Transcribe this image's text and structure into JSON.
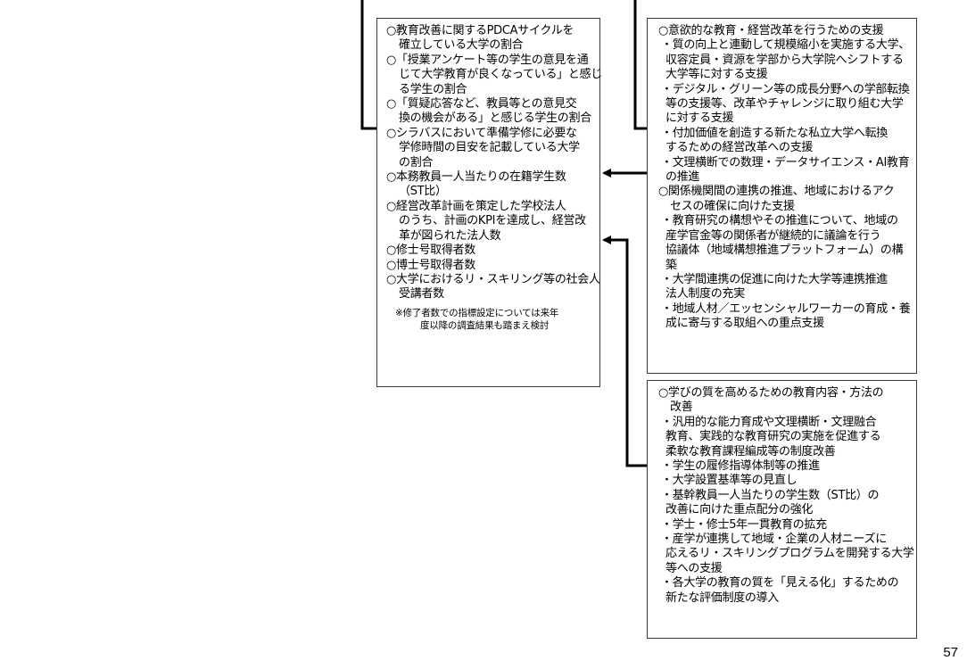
{
  "indicators": {
    "items": [
      {
        "lines": [
          "○教育改善に関するPDCAサイクルを",
          "確立している大学の割合"
        ]
      },
      {
        "lines": [
          "○「授業アンケート等の学生の意見を通",
          "じて大学教育が良くなっている」と感じ",
          "る学生の割合"
        ]
      },
      {
        "lines": [
          "○「質疑応答など、教員等との意見交",
          "換の機会がある」と感じる学生の割合"
        ]
      },
      {
        "lines": [
          "○シラバスにおいて準備学修に必要な",
          "学修時間の目安を記載している大学",
          "の割合"
        ]
      },
      {
        "lines": [
          "○本務教員一人当たりの在籍学生数",
          "（ST比）"
        ]
      },
      {
        "lines": [
          "○経営改革計画を策定した学校法人",
          "のうち、計画のKPIを達成し、経営改",
          "革が図られた法人数"
        ]
      },
      {
        "lines": [
          "○修士号取得者数"
        ]
      },
      {
        "lines": [
          "○博士号取得者数"
        ]
      },
      {
        "lines": [
          "○大学におけるリ・スキリング等の社会人",
          "受講者数"
        ]
      }
    ],
    "note": [
      "※修了者数での指標設定については来年",
      "度以降の調査結果も踏まえ検討"
    ]
  },
  "measures_top": {
    "groups": [
      {
        "heading": [
          "○意欲的な教育・経営改革を行うための支援"
        ],
        "subs": [
          [
            "・質の向上と連動して規模縮小を実施する大学、",
            "収容定員・資源を学部から大学院へシフトする",
            "大学等に対する支援"
          ],
          [
            "・デジタル・グリーン等の成長分野への学部転換",
            "等の支援等、改革やチャレンジに取り組む大学",
            "に対する支援"
          ],
          [
            "・付加価値を創造する新たな私立大学へ転換",
            "するための経営改革への支援"
          ],
          [
            "・文理横断での数理・データサイエンス・AI教育",
            "の推進"
          ]
        ]
      },
      {
        "heading": [
          "○関係機関間の連携の推進、地域におけるアク",
          "セスの確保に向けた支援"
        ],
        "subs": [
          [
            "・教育研究の構想やその推進について、地域の",
            "産学官金等の関係者が継続的に議論を行う",
            "協議体（地域構想推進プラットフォーム）の構",
            "築"
          ],
          [
            "・大学間連携の促進に向けた大学等連携推進",
            "法人制度の充実"
          ],
          [
            "・地域人材／エッセンシャルワーカーの育成・養",
            "成に寄与する取組への重点支援"
          ]
        ]
      }
    ]
  },
  "measures_bottom": {
    "groups": [
      {
        "heading": [
          "○学びの質を高めるための教育内容・方法の",
          "改善"
        ],
        "subs": [
          [
            "・汎用的な能力育成や文理横断・文理融合",
            "教育、実践的な教育研究の実施を促進する",
            "柔軟な教育課程編成等の制度改善"
          ],
          [
            "・学生の履修指導体制等の推進"
          ],
          [
            "・大学設置基準等の見直し"
          ],
          [
            "・基幹教員一人当たりの学生数（ST比）の",
            "改善に向けた重点配分の強化"
          ],
          [
            "・学士・修士5年一貫教育の拡充"
          ],
          [
            "・産学が連携して地域・企業の人材ニーズに",
            "応えるリ・スキリングプログラムを開発する大学",
            "等への支援"
          ],
          [
            "・各大学の教育の質を「見える化」するための",
            "新たな評価制度の導入"
          ]
        ]
      }
    ]
  },
  "page_number": "57"
}
